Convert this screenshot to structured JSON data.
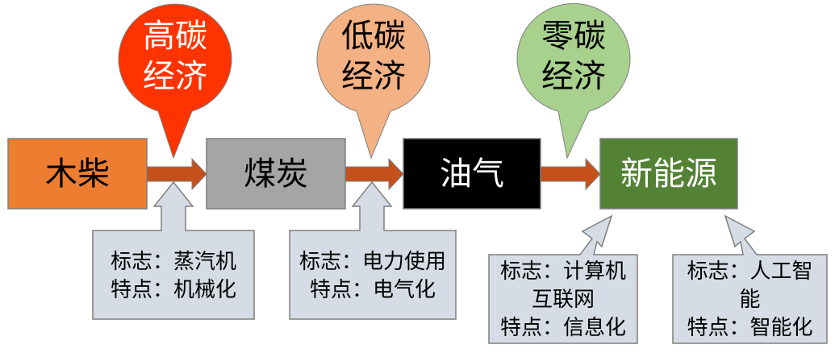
{
  "stages": [
    {
      "label": "木柴",
      "color": "#ED7D31"
    },
    {
      "label": "煤炭",
      "color": "#A5A5A5"
    },
    {
      "label": "油气",
      "color": "#000000"
    },
    {
      "label": "新能源",
      "color": "#548235"
    }
  ],
  "economy_bubbles": [
    {
      "label": "高碳\n经济",
      "color": "#FF3300"
    },
    {
      "label": "低碳\n经济",
      "color": "#F4B183"
    },
    {
      "label": "零碳\n经济",
      "color": "#A9D18E"
    }
  ],
  "notes": [
    {
      "text": "标志：蒸汽机\n特点：机械化"
    },
    {
      "text": "标志：电力使用\n特点：电气化"
    },
    {
      "text": "标志：计算机\n互联网\n特点：信息化"
    },
    {
      "text": "标志：人工智\n能\n特点：智能化"
    }
  ],
  "colors": {
    "arrow": "#C5501B",
    "note_fill": "#D6DCE5",
    "note_border": "#7F7F7F"
  }
}
